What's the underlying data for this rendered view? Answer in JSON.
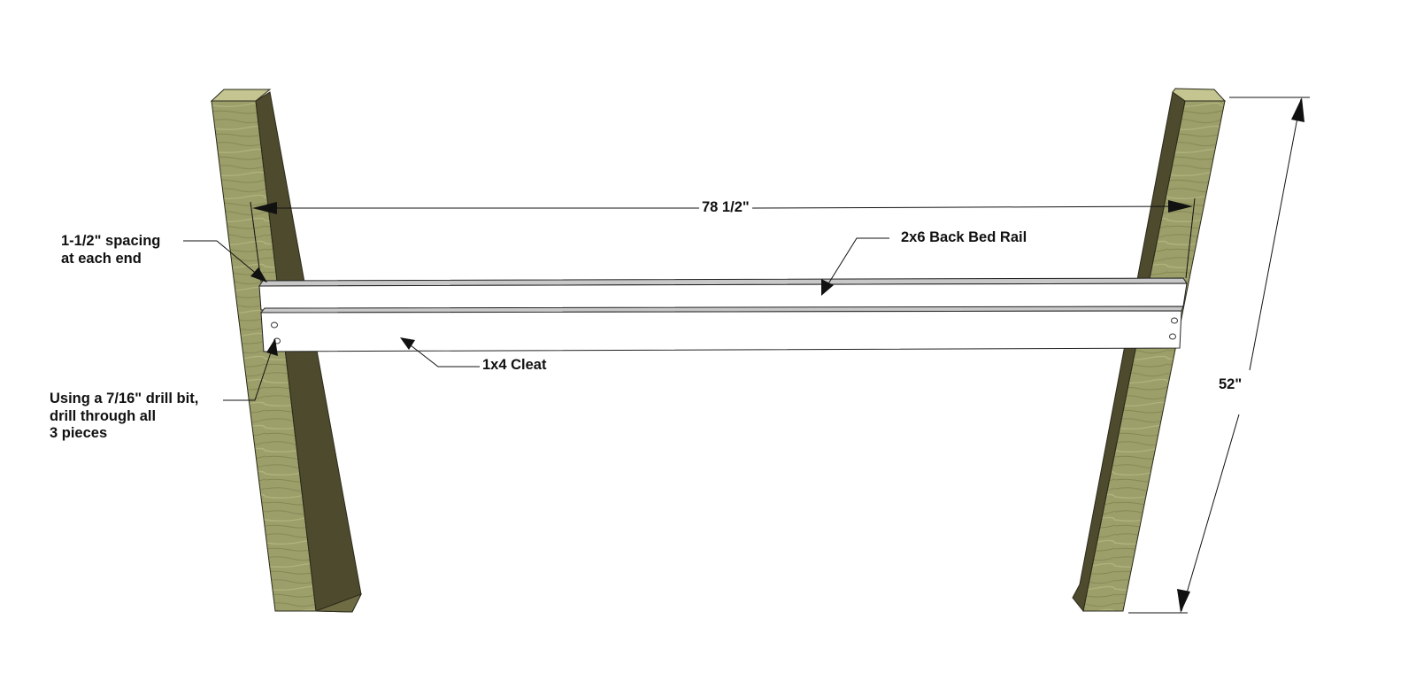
{
  "colors": {
    "background": "#ffffff",
    "wood_face": "#9c9f6a",
    "wood_side": "#4e4a2e",
    "wood_top": "#c4c590",
    "wood_grain": "#7f8250",
    "board_face": "#ffffff",
    "board_edge": "#c8c8c8",
    "line": "#111111"
  },
  "annotations": {
    "spacing_line1": "1-1/2\" spacing",
    "spacing_line2": "at each end",
    "drill_line1": "Using a 7/16\" drill bit,",
    "drill_line2": "drill through all",
    "drill_line3": "3 pieces",
    "back_rail": "2x6 Back Bed Rail",
    "cleat": "1x4 Cleat"
  },
  "dimensions": {
    "rail_length": "78 1/2\"",
    "post_height": "52\""
  }
}
